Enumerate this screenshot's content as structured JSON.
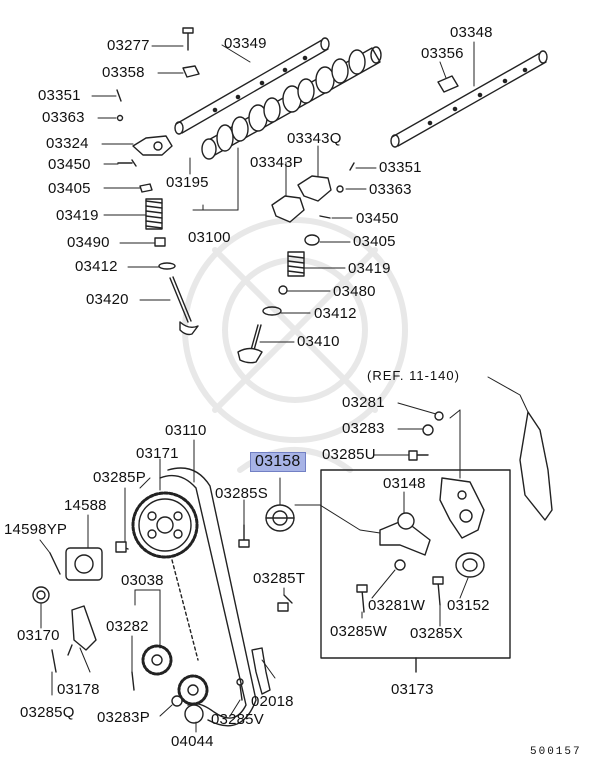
{
  "highlight_color": "#a7b3e6",
  "ref_note": "(REF. 11-140)",
  "diagram_code": "500157",
  "parts": [
    {
      "id": "03277",
      "label": "03277"
    },
    {
      "id": "03349",
      "label": "03349"
    },
    {
      "id": "03348",
      "label": "03348"
    },
    {
      "id": "03356",
      "label": "03356"
    },
    {
      "id": "03358",
      "label": "03358"
    },
    {
      "id": "03351a",
      "label": "03351"
    },
    {
      "id": "03363a",
      "label": "03363"
    },
    {
      "id": "03324",
      "label": "03324"
    },
    {
      "id": "03343Q",
      "label": "03343Q"
    },
    {
      "id": "03450a",
      "label": "03450"
    },
    {
      "id": "03343P",
      "label": "03343P"
    },
    {
      "id": "03351b",
      "label": "03351"
    },
    {
      "id": "03405a",
      "label": "03405"
    },
    {
      "id": "03195",
      "label": "03195"
    },
    {
      "id": "03363b",
      "label": "03363"
    },
    {
      "id": "03419a",
      "label": "03419"
    },
    {
      "id": "03450b",
      "label": "03450"
    },
    {
      "id": "03490",
      "label": "03490"
    },
    {
      "id": "03100",
      "label": "03100"
    },
    {
      "id": "03405b",
      "label": "03405"
    },
    {
      "id": "03412a",
      "label": "03412"
    },
    {
      "id": "03419b",
      "label": "03419"
    },
    {
      "id": "03480",
      "label": "03480"
    },
    {
      "id": "03420",
      "label": "03420"
    },
    {
      "id": "03412b",
      "label": "03412"
    },
    {
      "id": "03410",
      "label": "03410"
    },
    {
      "id": "03281",
      "label": "03281"
    },
    {
      "id": "03110",
      "label": "03110"
    },
    {
      "id": "03283",
      "label": "03283"
    },
    {
      "id": "03171",
      "label": "03171"
    },
    {
      "id": "03158",
      "label": "03158"
    },
    {
      "id": "03285U",
      "label": "03285U"
    },
    {
      "id": "03285P",
      "label": "03285P"
    },
    {
      "id": "03148",
      "label": "03148"
    },
    {
      "id": "03285S",
      "label": "03285S"
    },
    {
      "id": "14588",
      "label": "14588"
    },
    {
      "id": "14598YP",
      "label": "14598YP"
    },
    {
      "id": "03038",
      "label": "03038"
    },
    {
      "id": "03285T",
      "label": "03285T"
    },
    {
      "id": "03281W",
      "label": "03281W"
    },
    {
      "id": "03152",
      "label": "03152"
    },
    {
      "id": "03282",
      "label": "03282"
    },
    {
      "id": "03170",
      "label": "03170"
    },
    {
      "id": "03285W",
      "label": "03285W"
    },
    {
      "id": "03285X",
      "label": "03285X"
    },
    {
      "id": "03178",
      "label": "03178"
    },
    {
      "id": "03173",
      "label": "03173"
    },
    {
      "id": "02018",
      "label": "02018"
    },
    {
      "id": "03285Q",
      "label": "03285Q"
    },
    {
      "id": "03283P",
      "label": "03283P"
    },
    {
      "id": "03285V",
      "label": "03285V"
    },
    {
      "id": "04044",
      "label": "04044"
    }
  ]
}
